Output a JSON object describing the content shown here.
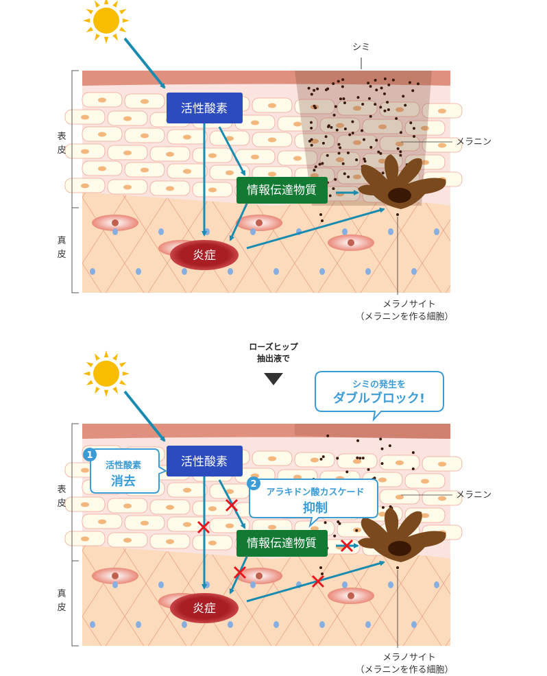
{
  "colors": {
    "arrow": "#1a8bb0",
    "ros": "#2b4bbf",
    "signal": "#137a33",
    "inflammation": "#a81e24",
    "melanocyte": "#7a4a1e",
    "callout": "#3a9bd5",
    "block": "#e8141b"
  },
  "labels": {
    "epidermis": [
      "表",
      "皮"
    ],
    "dermis": [
      "真",
      "皮"
    ],
    "spot": "シミ",
    "melanin": "メラニン",
    "melanocyte": "メラノサイト",
    "melanocyte_note": "（メラニンを作る細胞）",
    "ros": "活性酸素",
    "signal": "情報伝達物質",
    "inflammation": "炎症"
  },
  "transition": {
    "line1": "ローズヒップ",
    "line2": "抽出液で"
  },
  "callouts": {
    "main": {
      "line1": "シミの発生を",
      "line2": "ダブルブロック!"
    },
    "one": {
      "number": "1",
      "line1": "活性酸素",
      "line2": "消去"
    },
    "two": {
      "number": "2",
      "line1": "アラキドン酸カスケード",
      "line2": "抑制"
    }
  }
}
